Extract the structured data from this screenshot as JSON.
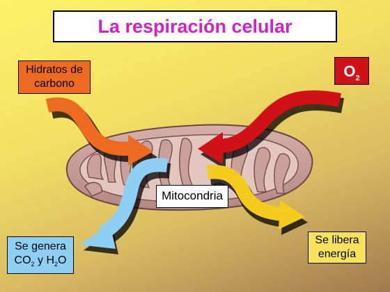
{
  "title": "La respiración celular",
  "labels": {
    "carbohydrates_line1": "Hidratos de",
    "carbohydrates_line2": "carbono",
    "oxygen": "O",
    "oxygen_sub": "2",
    "organelle": "Mitocondria",
    "co2_line1": "Se genera",
    "co2_part_a": "CO",
    "co2_sub": "2",
    "co2_part_b": " y H",
    "h2o_sub": "2",
    "h2o_part_c": "O",
    "energy_line1": "Se libera",
    "energy_line2": "energía"
  },
  "colors": {
    "title": "#d420c8",
    "carbohydrates": "#ef6a21",
    "oxygen": "#d21018",
    "co2_water": "#8dd0f4",
    "energy": "#f8e15c",
    "mitochondrion": "#c59a95"
  }
}
